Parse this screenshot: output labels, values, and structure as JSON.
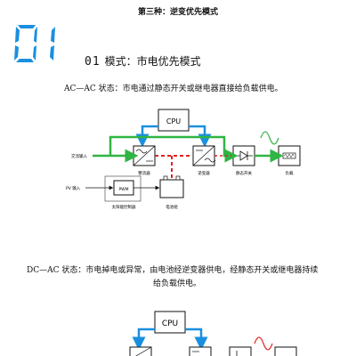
{
  "page_title": "第三种：逆变优先模式",
  "mode": {
    "number_big": "01",
    "number_small": "01",
    "heading": "模式：市电优先模式"
  },
  "ac_state": {
    "description": "AC—AC 状态：市电通过静态开关或继电器直接给负载供电。"
  },
  "diagram1": {
    "cpu_label": "CPU",
    "ac_input_label": "交流输入",
    "pv_input_label": "PV 输入",
    "pwm_label": "PWM",
    "rectifier_label": "整流器",
    "inverter_label": "逆变器",
    "static_switch_label": "静态开关",
    "load_label": "负载",
    "solar_controller_label": "太阳能控制器",
    "battery_label": "电池组"
  },
  "dc_state": {
    "description_line1": "DC—AC 状态：市电掉电或异常，由电池经逆变器供电，经静态开关或继电器持续",
    "description_line2": "给负载供电。"
  },
  "diagram2": {
    "cpu_label": "CPU"
  },
  "colors": {
    "accent_blue": "#1a8fe0",
    "green_path": "#2fb544",
    "red_path": "#e02020",
    "sine_green": "#3cb44b",
    "sine_red": "#e03030"
  }
}
